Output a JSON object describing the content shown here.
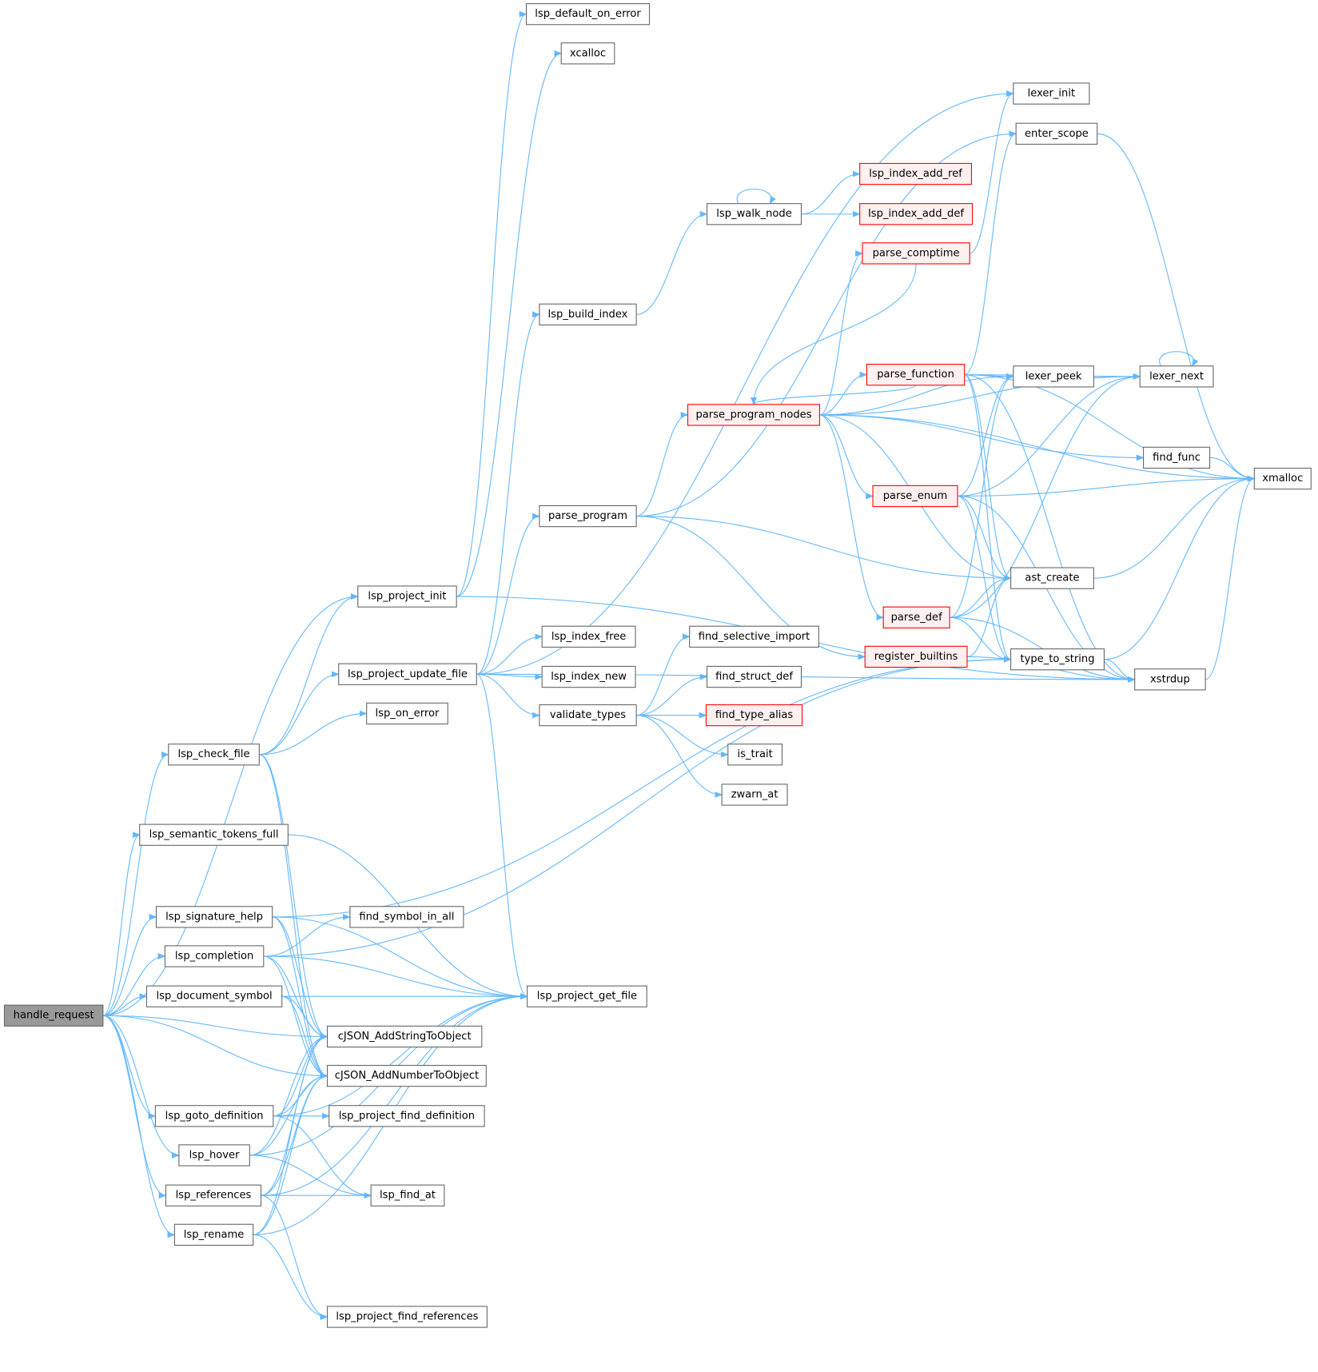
{
  "graph": {
    "type": "call-graph",
    "colors": {
      "edge": "#63b8ff",
      "root_fill": "#999999",
      "red_border": "#ff0000",
      "red_fill": "#fff0f0",
      "border": "#666666"
    },
    "nodes": [
      {
        "id": "handle_request",
        "label": "handle_request",
        "style": "root"
      },
      {
        "id": "lsp_default_on_error",
        "label": "lsp_default_on_error"
      },
      {
        "id": "xcalloc",
        "label": "xcalloc"
      },
      {
        "id": "lexer_init",
        "label": "lexer_init"
      },
      {
        "id": "enter_scope",
        "label": "enter_scope"
      },
      {
        "id": "lsp_index_add_ref",
        "label": "lsp_index_add_ref",
        "style": "red"
      },
      {
        "id": "lsp_walk_node",
        "label": "lsp_walk_node"
      },
      {
        "id": "lsp_index_add_def",
        "label": "lsp_index_add_def",
        "style": "red"
      },
      {
        "id": "parse_comptime",
        "label": "parse_comptime",
        "style": "red"
      },
      {
        "id": "lsp_build_index",
        "label": "lsp_build_index"
      },
      {
        "id": "parse_function",
        "label": "parse_function",
        "style": "red"
      },
      {
        "id": "lexer_peek",
        "label": "lexer_peek"
      },
      {
        "id": "lexer_next",
        "label": "lexer_next"
      },
      {
        "id": "parse_program_nodes",
        "label": "parse_program_nodes",
        "style": "red"
      },
      {
        "id": "find_func",
        "label": "find_func"
      },
      {
        "id": "xmalloc",
        "label": "xmalloc"
      },
      {
        "id": "parse_enum",
        "label": "parse_enum",
        "style": "red"
      },
      {
        "id": "parse_program",
        "label": "parse_program"
      },
      {
        "id": "ast_create",
        "label": "ast_create"
      },
      {
        "id": "lsp_project_init",
        "label": "lsp_project_init"
      },
      {
        "id": "parse_def",
        "label": "parse_def",
        "style": "red"
      },
      {
        "id": "lsp_index_free",
        "label": "lsp_index_free"
      },
      {
        "id": "find_selective_import",
        "label": "find_selective_import"
      },
      {
        "id": "register_builtins",
        "label": "register_builtins",
        "style": "red"
      },
      {
        "id": "type_to_string",
        "label": "type_to_string"
      },
      {
        "id": "lsp_project_update_file",
        "label": "lsp_project_update_file"
      },
      {
        "id": "lsp_index_new",
        "label": "lsp_index_new"
      },
      {
        "id": "find_struct_def",
        "label": "find_struct_def"
      },
      {
        "id": "xstrdup",
        "label": "xstrdup"
      },
      {
        "id": "lsp_on_error",
        "label": "lsp_on_error"
      },
      {
        "id": "validate_types",
        "label": "validate_types"
      },
      {
        "id": "find_type_alias",
        "label": "find_type_alias",
        "style": "red"
      },
      {
        "id": "lsp_check_file",
        "label": "lsp_check_file"
      },
      {
        "id": "is_trait",
        "label": "is_trait"
      },
      {
        "id": "zwarn_at",
        "label": "zwarn_at"
      },
      {
        "id": "lsp_semantic_tokens_full",
        "label": "lsp_semantic_tokens_full"
      },
      {
        "id": "lsp_signature_help",
        "label": "lsp_signature_help"
      },
      {
        "id": "find_symbol_in_all",
        "label": "find_symbol_in_all"
      },
      {
        "id": "lsp_completion",
        "label": "lsp_completion"
      },
      {
        "id": "lsp_document_symbol",
        "label": "lsp_document_symbol"
      },
      {
        "id": "lsp_project_get_file",
        "label": "lsp_project_get_file"
      },
      {
        "id": "cJSON_AddStringToObject",
        "label": "cJSON_AddStringToObject"
      },
      {
        "id": "cJSON_AddNumberToObject",
        "label": "cJSON_AddNumberToObject"
      },
      {
        "id": "lsp_goto_definition",
        "label": "lsp_goto_definition"
      },
      {
        "id": "lsp_project_find_definition",
        "label": "lsp_project_find_definition"
      },
      {
        "id": "lsp_hover",
        "label": "lsp_hover"
      },
      {
        "id": "lsp_references",
        "label": "lsp_references"
      },
      {
        "id": "lsp_find_at",
        "label": "lsp_find_at"
      },
      {
        "id": "lsp_rename",
        "label": "lsp_rename"
      },
      {
        "id": "lsp_project_find_references",
        "label": "lsp_project_find_references"
      }
    ],
    "edges": [
      [
        "handle_request",
        "lsp_project_init"
      ],
      [
        "handle_request",
        "lsp_check_file"
      ],
      [
        "handle_request",
        "lsp_semantic_tokens_full"
      ],
      [
        "handle_request",
        "lsp_signature_help"
      ],
      [
        "handle_request",
        "lsp_completion"
      ],
      [
        "handle_request",
        "lsp_document_symbol"
      ],
      [
        "handle_request",
        "cJSON_AddStringToObject"
      ],
      [
        "handle_request",
        "cJSON_AddNumberToObject"
      ],
      [
        "handle_request",
        "lsp_goto_definition"
      ],
      [
        "handle_request",
        "lsp_hover"
      ],
      [
        "handle_request",
        "lsp_references"
      ],
      [
        "handle_request",
        "lsp_rename"
      ],
      [
        "lsp_project_init",
        "lsp_default_on_error"
      ],
      [
        "lsp_project_init",
        "xcalloc"
      ],
      [
        "lsp_project_init",
        "xstrdup"
      ],
      [
        "lsp_check_file",
        "lsp_project_init"
      ],
      [
        "lsp_check_file",
        "lsp_project_update_file"
      ],
      [
        "lsp_check_file",
        "lsp_on_error"
      ],
      [
        "lsp_check_file",
        "cJSON_AddStringToObject"
      ],
      [
        "lsp_check_file",
        "cJSON_AddNumberToObject"
      ],
      [
        "lsp_project_update_file",
        "lexer_init"
      ],
      [
        "lsp_project_update_file",
        "lsp_build_index"
      ],
      [
        "lsp_project_update_file",
        "parse_program"
      ],
      [
        "lsp_project_update_file",
        "lsp_index_free"
      ],
      [
        "lsp_project_update_file",
        "lsp_index_new"
      ],
      [
        "lsp_project_update_file",
        "validate_types"
      ],
      [
        "lsp_project_update_file",
        "lsp_project_get_file"
      ],
      [
        "lsp_project_update_file",
        "xstrdup"
      ],
      [
        "lsp_build_index",
        "lsp_walk_node"
      ],
      [
        "lsp_walk_node",
        "lsp_walk_node"
      ],
      [
        "lsp_walk_node",
        "lsp_index_add_ref"
      ],
      [
        "lsp_walk_node",
        "lsp_index_add_def"
      ],
      [
        "parse_program",
        "enter_scope"
      ],
      [
        "parse_program",
        "parse_program_nodes"
      ],
      [
        "parse_program",
        "ast_create"
      ],
      [
        "parse_program",
        "register_builtins"
      ],
      [
        "parse_program_nodes",
        "parse_comptime"
      ],
      [
        "parse_program_nodes",
        "parse_function"
      ],
      [
        "parse_program_nodes",
        "lexer_peek"
      ],
      [
        "parse_program_nodes",
        "lexer_next"
      ],
      [
        "parse_program_nodes",
        "xmalloc"
      ],
      [
        "parse_program_nodes",
        "find_func"
      ],
      [
        "parse_program_nodes",
        "parse_enum"
      ],
      [
        "parse_program_nodes",
        "ast_create"
      ],
      [
        "parse_program_nodes",
        "parse_def"
      ],
      [
        "parse_comptime",
        "lexer_init"
      ],
      [
        "parse_comptime",
        "parse_program_nodes"
      ],
      [
        "parse_function",
        "enter_scope"
      ],
      [
        "parse_function",
        "lexer_peek"
      ],
      [
        "parse_function",
        "lexer_next"
      ],
      [
        "parse_function",
        "ast_create"
      ],
      [
        "parse_function",
        "type_to_string"
      ],
      [
        "parse_function",
        "xstrdup"
      ],
      [
        "parse_function",
        "xmalloc"
      ],
      [
        "parse_function",
        "parse_program_nodes"
      ],
      [
        "lexer_peek",
        "lexer_next"
      ],
      [
        "lexer_next",
        "lexer_next"
      ],
      [
        "find_func",
        "xmalloc"
      ],
      [
        "parse_enum",
        "lexer_peek"
      ],
      [
        "parse_enum",
        "lexer_next"
      ],
      [
        "parse_enum",
        "xmalloc"
      ],
      [
        "parse_enum",
        "ast_create"
      ],
      [
        "parse_enum",
        "type_to_string"
      ],
      [
        "parse_enum",
        "xstrdup"
      ],
      [
        "ast_create",
        "xmalloc"
      ],
      [
        "parse_def",
        "lexer_peek"
      ],
      [
        "parse_def",
        "ast_create"
      ],
      [
        "parse_def",
        "lexer_next"
      ],
      [
        "parse_def",
        "type_to_string"
      ],
      [
        "parse_def",
        "xstrdup"
      ],
      [
        "register_builtins",
        "ast_create"
      ],
      [
        "register_builtins",
        "xstrdup"
      ],
      [
        "type_to_string",
        "xstrdup"
      ],
      [
        "type_to_string",
        "xmalloc"
      ],
      [
        "xstrdup",
        "xmalloc"
      ],
      [
        "enter_scope",
        "xmalloc"
      ],
      [
        "validate_types",
        "find_selective_import"
      ],
      [
        "validate_types",
        "find_struct_def"
      ],
      [
        "validate_types",
        "find_type_alias"
      ],
      [
        "validate_types",
        "is_trait"
      ],
      [
        "validate_types",
        "zwarn_at"
      ],
      [
        "lsp_semantic_tokens_full",
        "lsp_project_get_file"
      ],
      [
        "lsp_signature_help",
        "type_to_string"
      ],
      [
        "lsp_signature_help",
        "lsp_project_get_file"
      ],
      [
        "lsp_signature_help",
        "cJSON_AddStringToObject"
      ],
      [
        "lsp_signature_help",
        "cJSON_AddNumberToObject"
      ],
      [
        "lsp_completion",
        "find_symbol_in_all"
      ],
      [
        "lsp_completion",
        "lsp_project_get_file"
      ],
      [
        "lsp_completion",
        "cJSON_AddStringToObject"
      ],
      [
        "lsp_completion",
        "cJSON_AddNumberToObject"
      ],
      [
        "lsp_completion",
        "type_to_string"
      ],
      [
        "lsp_document_symbol",
        "lsp_project_get_file"
      ],
      [
        "lsp_document_symbol",
        "cJSON_AddStringToObject"
      ],
      [
        "lsp_document_symbol",
        "cJSON_AddNumberToObject"
      ],
      [
        "lsp_goto_definition",
        "lsp_project_find_definition"
      ],
      [
        "lsp_goto_definition",
        "lsp_find_at"
      ],
      [
        "lsp_goto_definition",
        "lsp_project_get_file"
      ],
      [
        "lsp_goto_definition",
        "cJSON_AddStringToObject"
      ],
      [
        "lsp_goto_definition",
        "cJSON_AddNumberToObject"
      ],
      [
        "lsp_hover",
        "lsp_find_at"
      ],
      [
        "lsp_hover",
        "lsp_project_get_file"
      ],
      [
        "lsp_hover",
        "cJSON_AddStringToObject"
      ],
      [
        "lsp_hover",
        "cJSON_AddNumberToObject"
      ],
      [
        "lsp_references",
        "lsp_find_at"
      ],
      [
        "lsp_references",
        "lsp_project_find_references"
      ],
      [
        "lsp_references",
        "lsp_project_get_file"
      ],
      [
        "lsp_references",
        "cJSON_AddStringToObject"
      ],
      [
        "lsp_references",
        "cJSON_AddNumberToObject"
      ],
      [
        "lsp_rename",
        "lsp_project_find_references"
      ],
      [
        "lsp_rename",
        "lsp_project_get_file"
      ],
      [
        "lsp_rename",
        "cJSON_AddStringToObject"
      ],
      [
        "lsp_rename",
        "cJSON_AddNumberToObject"
      ]
    ]
  }
}
